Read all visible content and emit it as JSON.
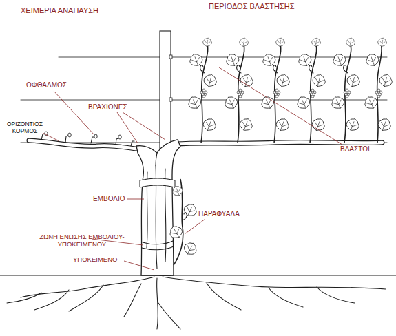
{
  "diagram": {
    "labels": [
      "ΧΕΙΜΕΡΙΑ ΑΝΑΠΑΥΣΗ",
      "ΠΕΡΙΟΔΟΣ ΒΛΑΣΤΗΣΗΣ",
      "ΟΦΘΑΛΜΟΣ",
      "ΒΡΑΧΙΟΝΕΣ",
      "ΟΡΙΖΟΝΤΙΟΣ ΚΟΡΜΟΣ",
      "ΒΛΑΣΤΟΙ",
      "ΕΜΒΟΛΙΟ",
      "ΠΑΡΑΦΥΑΔΑ",
      "ΖΩΝΗ ΕΝΩΣΗΣ ΕΜΒΟΛΙΟΥ-ΥΠΟΚΕΙΜΕΝΟΥ",
      "ΥΠΟΚΕΙΜΕΝΟ"
    ]
  }
}
